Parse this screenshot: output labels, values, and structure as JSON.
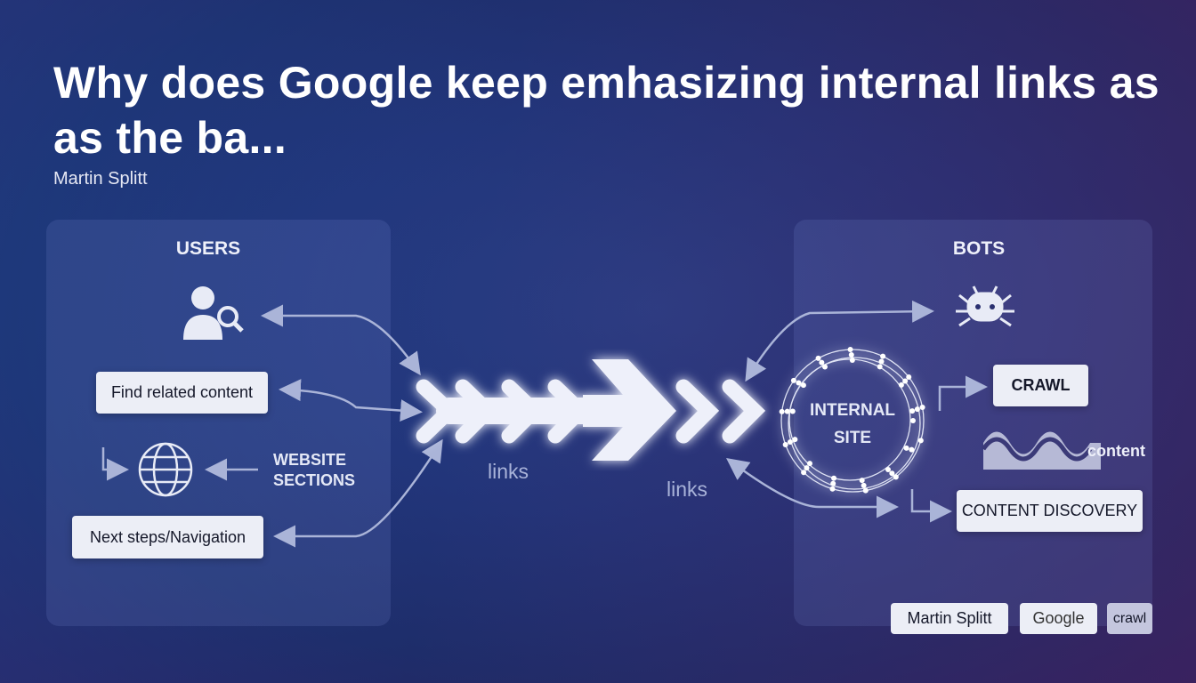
{
  "title": "Why does Google keep emhasizing internal links as as the ba...",
  "author": "Martin Splitt",
  "users_panel": {
    "title": "USERS",
    "find_related": "Find related content",
    "website_sections": [
      "WEBSITE",
      "SECTIONS"
    ],
    "next_steps": "Next steps/Navigation"
  },
  "center": {
    "links_left": "links",
    "links_right": "links"
  },
  "bots_panel": {
    "title": "BOTS",
    "circle_line1": "INTERNAL",
    "circle_line2": "SITE",
    "crawl": "CRAWL",
    "content": "content",
    "content_discovery": "CONTENT DISCOVERY"
  },
  "tags": [
    "Martin Splitt",
    "Google",
    "crawl"
  ],
  "icons": [
    "user-search-icon",
    "globe-icon",
    "bot-spider-icon",
    "wave-content-icon"
  ]
}
